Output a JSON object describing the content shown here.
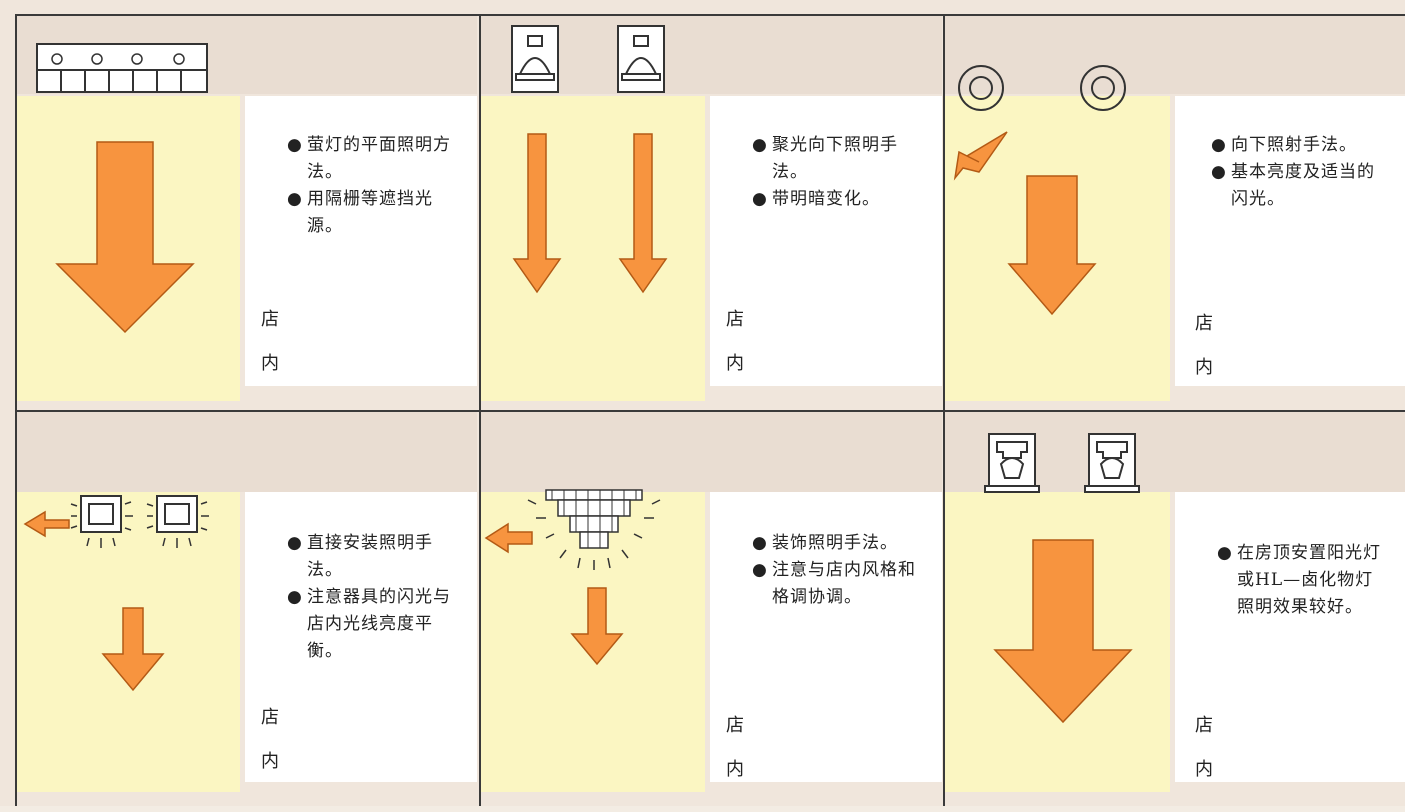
{
  "colors": {
    "arrow_fill": "#f7943f",
    "arrow_stroke": "#b35a15",
    "yellow_zone": "#fbf6c2",
    "paper": "#f0e6dc",
    "grid_line": "#3a3a3a"
  },
  "panels": [
    {
      "id": "fluorescent-flat",
      "fixture_icon": "fluorescent-grille-icon",
      "bullets": [
        "萤灯的平面照明方法。",
        "用隔栅等遮挡光源。"
      ],
      "store_label": [
        "店",
        "内"
      ]
    },
    {
      "id": "spotlight-down",
      "fixture_icon": "spotlight-lamp-icon",
      "bullets": [
        "聚光向下照明手法。",
        "带明暗变化。"
      ],
      "store_label": [
        "店",
        "内"
      ]
    },
    {
      "id": "downlight",
      "fixture_icon": "downlight-ring-icon",
      "bullets": [
        "向下照射手法。",
        "基本亮度及适当的闪光。"
      ],
      "store_label": [
        "店",
        "内"
      ]
    },
    {
      "id": "direct-mount",
      "fixture_icon": "direct-mount-square-lamp-icon",
      "bullets": [
        "直接安装照明手法。",
        "注意器具的闪光与店内光线亮度平衡。"
      ],
      "store_label": [
        "店",
        "内"
      ]
    },
    {
      "id": "decorative",
      "fixture_icon": "chandelier-icon",
      "bullets": [
        "装饰照明手法。",
        "注意与店内风格和格调协调。"
      ],
      "store_label": [
        "店",
        "内"
      ]
    },
    {
      "id": "ceiling-hl",
      "fixture_icon": "ceiling-hl-lamp-icon",
      "bullets": [
        "在房顶安置阳光灯或HL—卤化物灯照明效果较好。"
      ],
      "store_label": [
        "店",
        "内"
      ]
    }
  ]
}
